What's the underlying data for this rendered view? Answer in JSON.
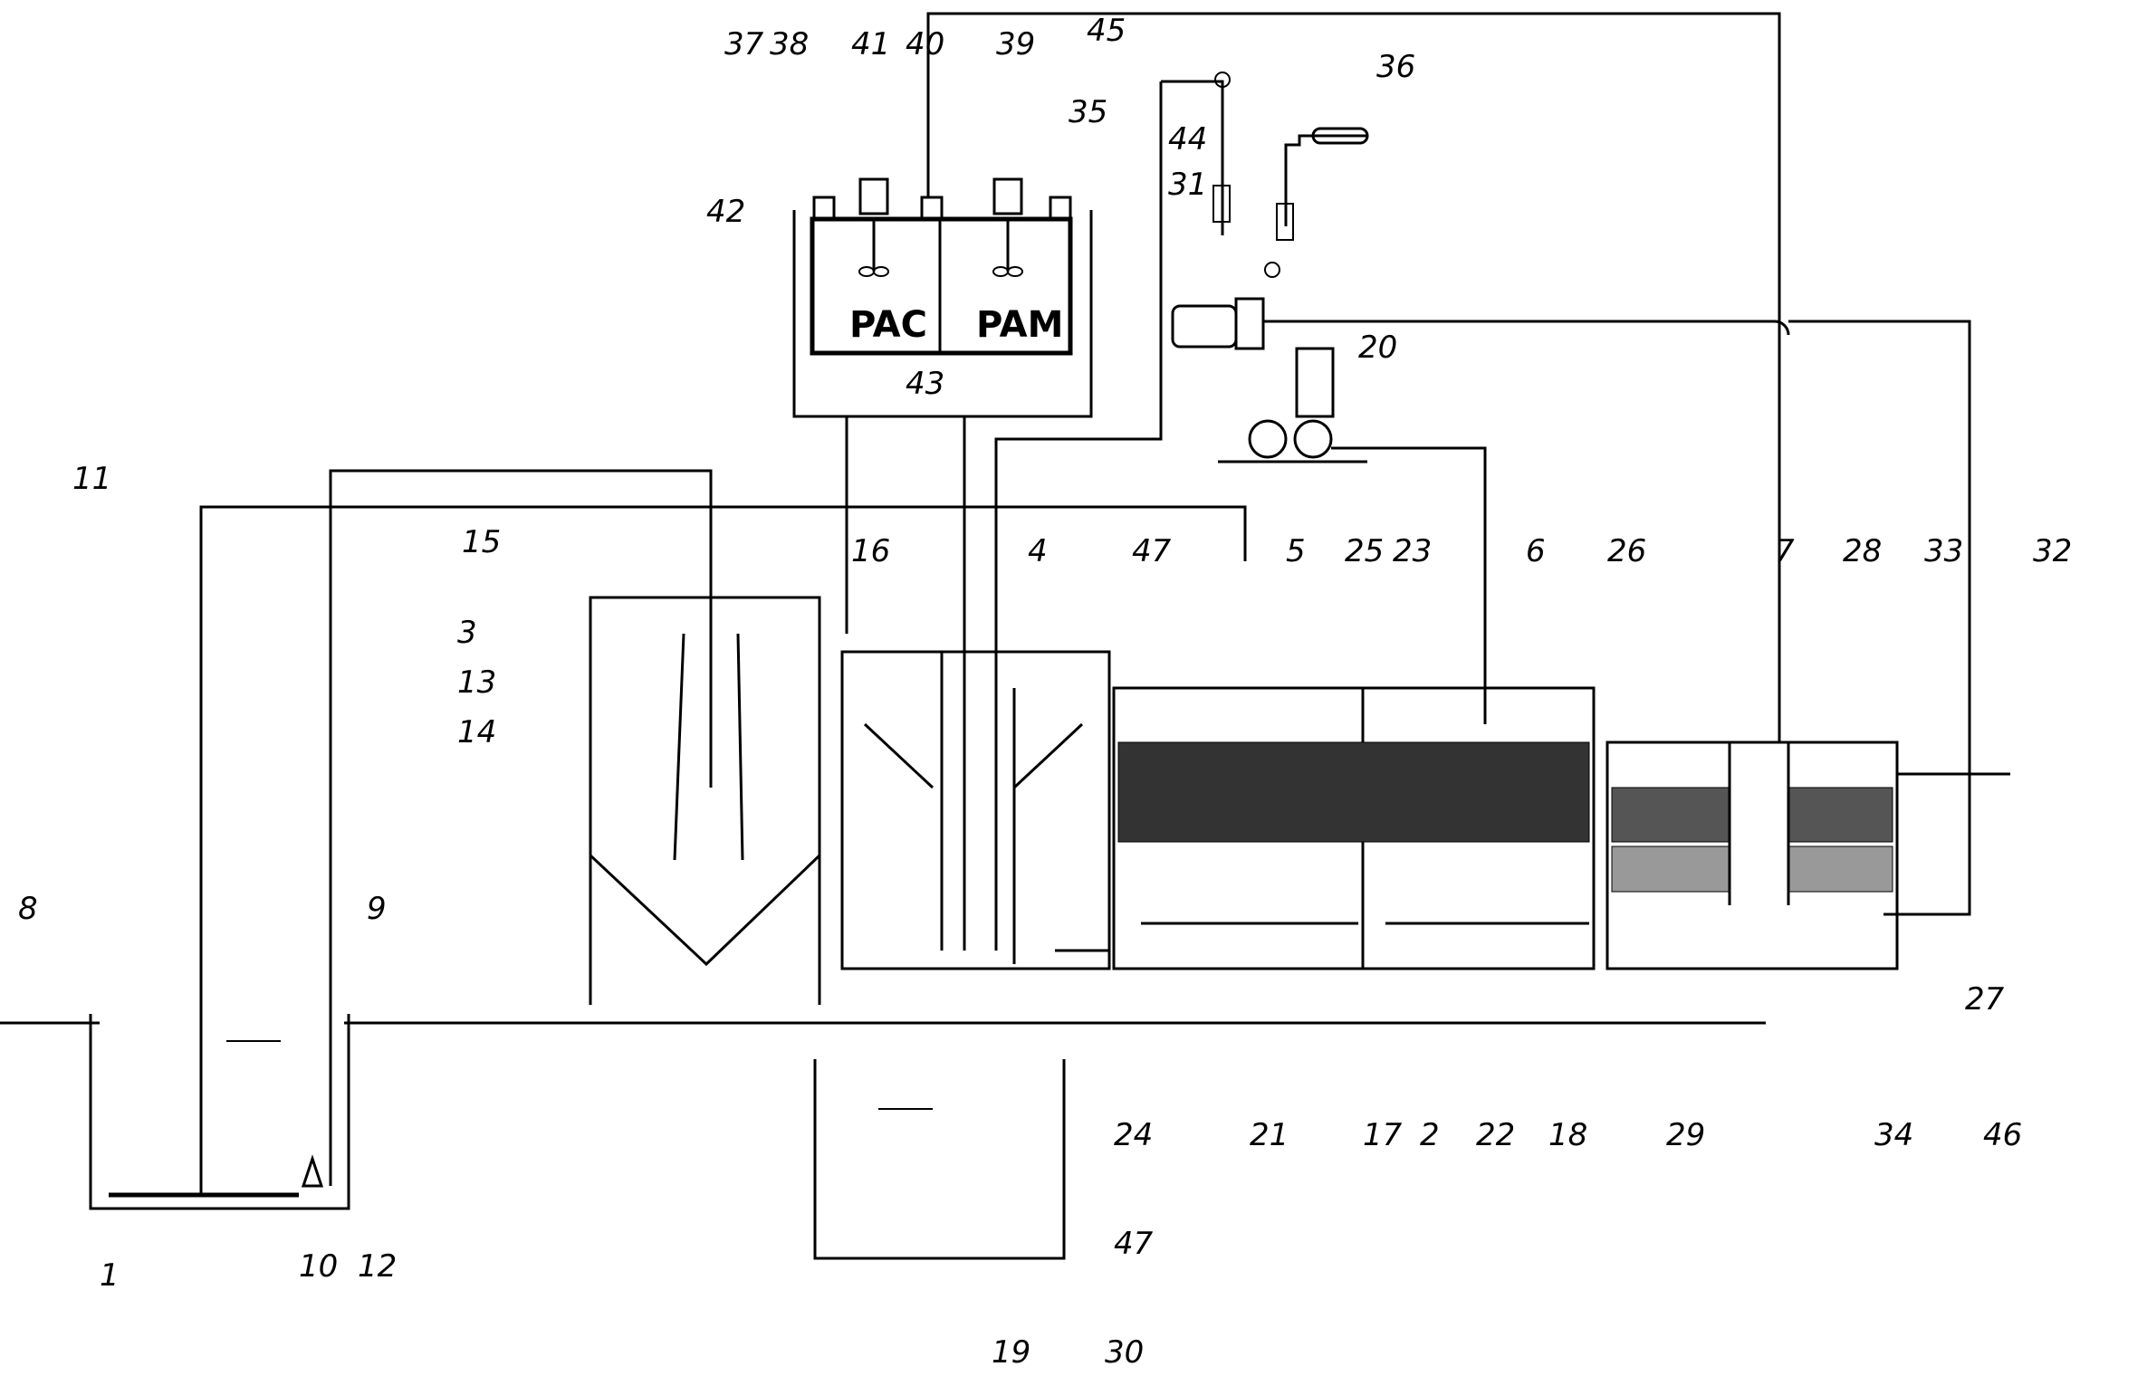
{
  "tanks": {
    "pac_label": "PAC",
    "pam_label": "PAM"
  },
  "callouts": [
    "1",
    "2",
    "3",
    "4",
    "5",
    "6",
    "7",
    "8",
    "9",
    "10",
    "11",
    "12",
    "13",
    "14",
    "15",
    "16",
    "17",
    "18",
    "19",
    "20",
    "21",
    "22",
    "23",
    "24",
    "25",
    "26",
    "27",
    "28",
    "29",
    "30",
    "31",
    "32",
    "33",
    "34",
    "35",
    "36",
    "37",
    "38",
    "39",
    "40",
    "41",
    "42",
    "43",
    "44",
    "45",
    "46",
    "47"
  ],
  "labels": {
    "l37": "37",
    "l38": "38",
    "l41": "41",
    "l40": "40",
    "l39": "39",
    "l45": "45",
    "l36": "36",
    "l35": "35",
    "l42": "42",
    "l44": "44",
    "l31": "31",
    "l20": "20",
    "l43": "43",
    "l11": "11",
    "l15": "15",
    "l3": "3",
    "l13": "13",
    "l14": "14",
    "l16": "16",
    "l4": "4",
    "l47a": "47",
    "l5": "5",
    "l25": "25",
    "l23": "23",
    "l6": "6",
    "l26": "26",
    "l7": "7",
    "l28": "28",
    "l33": "33",
    "l32": "32",
    "l8": "8",
    "l9": "9",
    "l1": "1",
    "l10": "10",
    "l12": "12",
    "l24": "24",
    "l21": "21",
    "l17": "17",
    "l2": "2",
    "l22": "22",
    "l18": "18",
    "l29": "29",
    "l34": "34",
    "l46": "46",
    "l27": "27",
    "l47b": "47",
    "l19": "19",
    "l30": "30"
  }
}
